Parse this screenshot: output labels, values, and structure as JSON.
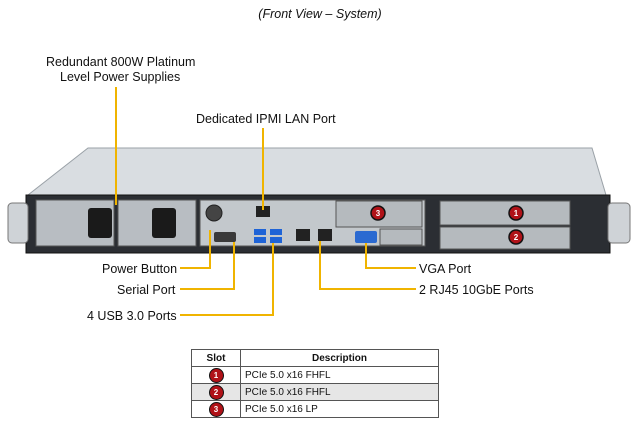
{
  "caption": "(Front View – System)",
  "callouts": {
    "power_supplies_line1": "Redundant  800W Platinum",
    "power_supplies_line2": "Level Power Supplies",
    "ipmi_lan": "Dedicated IPMI  LAN Port",
    "power_button": "Power Button",
    "serial_port": "Serial Port",
    "usb_ports": "4 USB 3.0 Ports",
    "vga_port": "VGA Port",
    "rj45_ports": "2 RJ45  10GbE Ports"
  },
  "slot_table": {
    "headers": {
      "slot": "Slot",
      "description": "Description"
    },
    "rows": [
      {
        "slot": "1",
        "description": "PCIe 5.0 x16 FHFL"
      },
      {
        "slot": "2",
        "description": "PCIe 5.0 x16 FHFL"
      },
      {
        "slot": "3",
        "description": "PCIe 5.0 x16 LP"
      }
    ]
  },
  "chassis_badges": [
    "3",
    "1",
    "2"
  ],
  "colors": {
    "leader": "#f0b400",
    "badge": "#b01218"
  }
}
